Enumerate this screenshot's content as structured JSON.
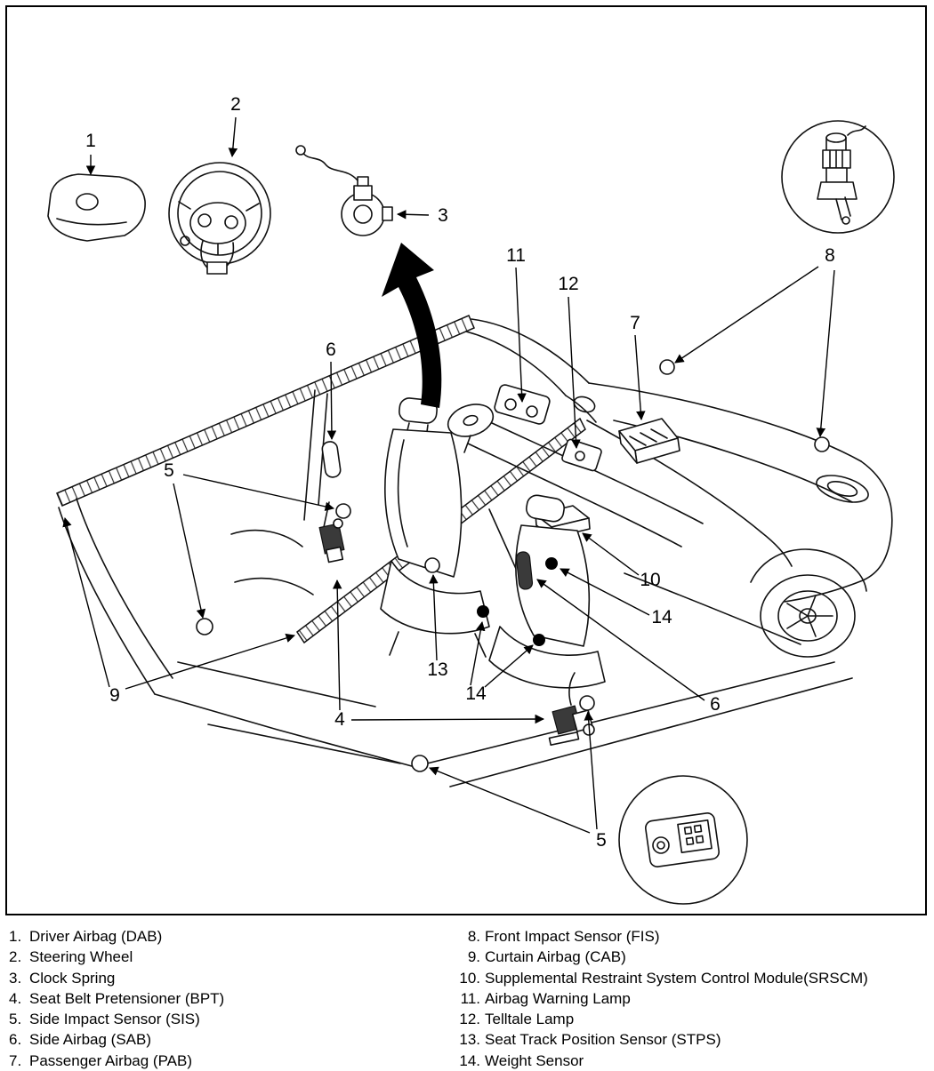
{
  "callouts": {
    "n1": "1",
    "n2": "2",
    "n3": "3",
    "n4": "4",
    "n5a": "5",
    "n5b": "5",
    "n6a": "6",
    "n6b": "6",
    "n7": "7",
    "n8": "8",
    "n9": "9",
    "n10": "10",
    "n11": "11",
    "n12": "12",
    "n13": "13",
    "n14a": "14",
    "n14b": "14"
  },
  "legend": {
    "left": [
      {
        "num": "1.",
        "label": "Driver Airbag (DAB)"
      },
      {
        "num": "2.",
        "label": "Steering Wheel"
      },
      {
        "num": "3.",
        "label": "Clock Spring"
      },
      {
        "num": "4.",
        "label": "Seat Belt Pretensioner (BPT)"
      },
      {
        "num": "5.",
        "label": "Side Impact Sensor (SIS)"
      },
      {
        "num": "6.",
        "label": "Side Airbag (SAB)"
      },
      {
        "num": "7.",
        "label": "Passenger Airbag (PAB)"
      }
    ],
    "right": [
      {
        "num": "8.",
        "label": "Front Impact Sensor (FIS)"
      },
      {
        "num": "9.",
        "label": "Curtain Airbag (CAB)"
      },
      {
        "num": "10.",
        "label": "Supplemental Restraint System Control Module(SRSCM)"
      },
      {
        "num": "11.",
        "label": "Airbag Warning Lamp"
      },
      {
        "num": "12.",
        "label": "Telltale Lamp"
      },
      {
        "num": "13.",
        "label": "Seat Track Position Sensor (STPS)"
      },
      {
        "num": "14.",
        "label": "Weight Sensor"
      }
    ]
  },
  "colors": {
    "ink": "#000000",
    "background": "#ffffff"
  }
}
